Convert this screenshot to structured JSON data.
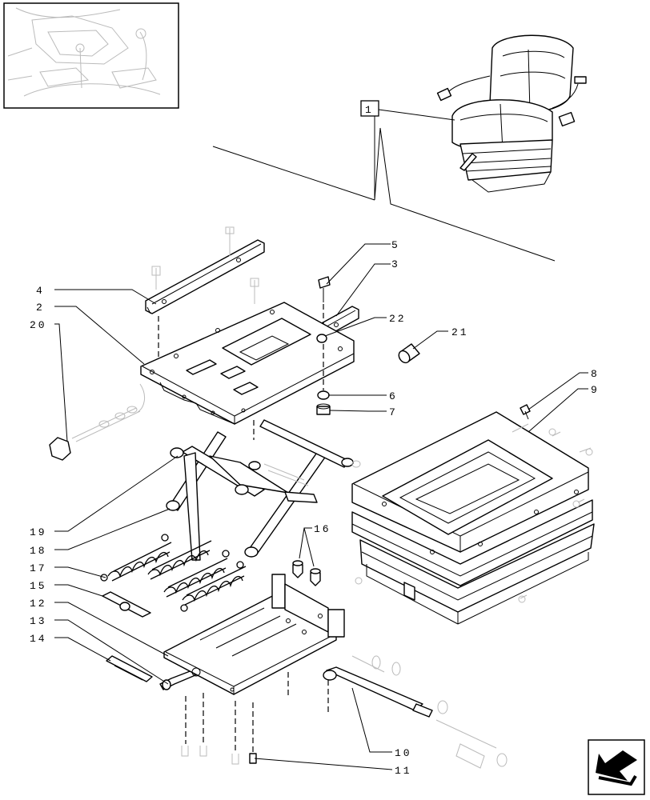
{
  "callouts": {
    "c1": "1",
    "c2": "2",
    "c3": "3",
    "c4": "4",
    "c5": "5",
    "c6": "6",
    "c7": "7",
    "c8": "8",
    "c9": "9",
    "c10": "10",
    "c11": "11",
    "c12": "12",
    "c13": "13",
    "c14": "14",
    "c15": "15",
    "c16": "16",
    "c17": "17",
    "c18": "18",
    "c19": "19",
    "c20": "20",
    "c21": "21",
    "c22": "22"
  },
  "nav": {
    "icon": "next-page-arrow-icon"
  },
  "colors": {
    "ink": "#000000",
    "paper": "#ffffff",
    "faint": "#bbbbbb"
  }
}
